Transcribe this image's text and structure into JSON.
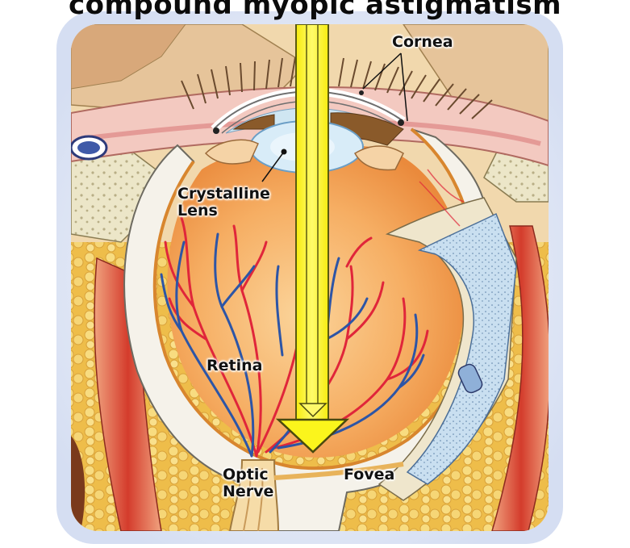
{
  "title": "compound myopic astigmatism",
  "labels": {
    "cornea": "Cornea",
    "lens_line1": "Crystalline",
    "lens_line2": "Lens",
    "retina": "Retina",
    "optic_line1": "Optic",
    "optic_line2": "Nerve",
    "fovea": "Fovea"
  },
  "colors": {
    "vitreous": "#f4a35a",
    "sclera": "#f3efe4",
    "fat": "#f2c95a",
    "muscle": "#d64a35",
    "artery": "#e0263a",
    "vein": "#2d55a6",
    "light_arrow": "#fbf51c",
    "lid_skin": "#f0d9b4",
    "background_frame": "#dfe6f5"
  }
}
